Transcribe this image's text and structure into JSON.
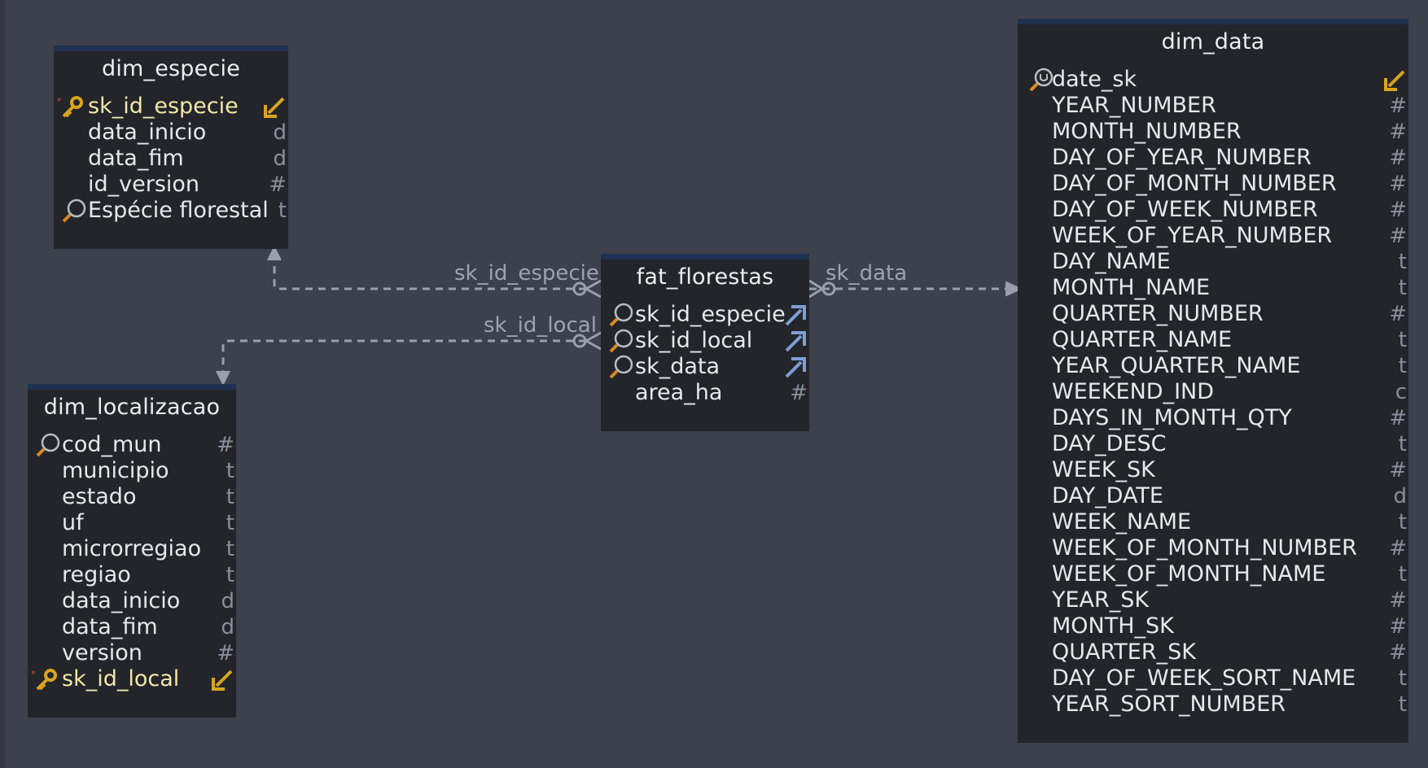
{
  "tables": {
    "dim_especie": {
      "title": "dim_especie",
      "columns": [
        {
          "name": "sk_id_especie",
          "type": "",
          "key": "pk"
        },
        {
          "name": "data_inicio",
          "type": "d"
        },
        {
          "name": "data_fim",
          "type": "d"
        },
        {
          "name": "id_version",
          "type": "#"
        },
        {
          "name": "Espécie florestal",
          "type": "t",
          "key": "index"
        }
      ]
    },
    "dim_localizacao": {
      "title": "dim_localizacao",
      "columns": [
        {
          "name": "cod_mun",
          "type": "#",
          "key": "index"
        },
        {
          "name": "municipio",
          "type": "t"
        },
        {
          "name": "estado",
          "type": "t"
        },
        {
          "name": "uf",
          "type": "t"
        },
        {
          "name": "microrregiao",
          "type": "t"
        },
        {
          "name": "regiao",
          "type": "t"
        },
        {
          "name": "data_inicio",
          "type": "d"
        },
        {
          "name": "data_fim",
          "type": "d"
        },
        {
          "name": "version",
          "type": "#"
        },
        {
          "name": "sk_id_local",
          "type": "",
          "key": "pk"
        }
      ]
    },
    "fat_florestas": {
      "title": "fat_florestas",
      "columns": [
        {
          "name": "sk_id_especie",
          "type": "",
          "key": "fk"
        },
        {
          "name": "sk_id_local",
          "type": "",
          "key": "fk"
        },
        {
          "name": "sk_data",
          "type": "",
          "key": "fk"
        },
        {
          "name": "area_ha",
          "type": "#"
        }
      ]
    },
    "dim_data": {
      "title": "dim_data",
      "columns": [
        {
          "name": "date_sk",
          "type": "",
          "key": "unique"
        },
        {
          "name": "YEAR_NUMBER",
          "type": "#"
        },
        {
          "name": "MONTH_NUMBER",
          "type": "#"
        },
        {
          "name": "DAY_OF_YEAR_NUMBER",
          "type": "#"
        },
        {
          "name": "DAY_OF_MONTH_NUMBER",
          "type": "#"
        },
        {
          "name": "DAY_OF_WEEK_NUMBER",
          "type": "#"
        },
        {
          "name": "WEEK_OF_YEAR_NUMBER",
          "type": "#"
        },
        {
          "name": "DAY_NAME",
          "type": "t"
        },
        {
          "name": "MONTH_NAME",
          "type": "t"
        },
        {
          "name": "QUARTER_NUMBER",
          "type": "#"
        },
        {
          "name": "QUARTER_NAME",
          "type": "t"
        },
        {
          "name": "YEAR_QUARTER_NAME",
          "type": "t"
        },
        {
          "name": "WEEKEND_IND",
          "type": "c"
        },
        {
          "name": "DAYS_IN_MONTH_QTY",
          "type": "#"
        },
        {
          "name": "DAY_DESC",
          "type": "t"
        },
        {
          "name": "WEEK_SK",
          "type": "#"
        },
        {
          "name": "DAY_DATE",
          "type": "d"
        },
        {
          "name": "WEEK_NAME",
          "type": "t"
        },
        {
          "name": "WEEK_OF_MONTH_NUMBER",
          "type": "#"
        },
        {
          "name": "WEEK_OF_MONTH_NAME",
          "type": "t"
        },
        {
          "name": "YEAR_SK",
          "type": "#"
        },
        {
          "name": "MONTH_SK",
          "type": "#"
        },
        {
          "name": "QUARTER_SK",
          "type": "#"
        },
        {
          "name": "DAY_OF_WEEK_SORT_NAME",
          "type": "t"
        },
        {
          "name": "YEAR_SORT_NUMBER",
          "type": "t"
        }
      ]
    }
  },
  "relationships": [
    {
      "label": "sk_id_especie",
      "from": "fat_florestas",
      "to": "dim_especie"
    },
    {
      "label": "sk_id_local",
      "from": "fat_florestas",
      "to": "dim_localizacao"
    },
    {
      "label": "sk_data",
      "from": "fat_florestas",
      "to": "dim_data"
    }
  ],
  "colors": {
    "canvas": "#3d414c",
    "table_body": "#23252a",
    "table_header_stripe": "#1f3152",
    "pk_text": "#f3e7a8",
    "key_gold": "#d9a520",
    "link_line": "#9aa0aa",
    "fk_arrow": "#7d9fd6"
  }
}
